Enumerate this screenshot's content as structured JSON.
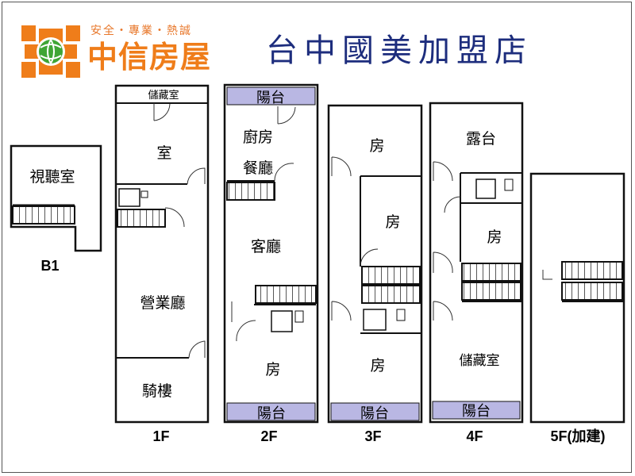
{
  "header": {
    "slogan": "安全・專業・熱誠",
    "brand": "中信房屋",
    "store_name": "台中國美加盟店",
    "logo_colors": [
      "#ef7d1a",
      "#3fa535"
    ]
  },
  "floors": [
    {
      "label": "B1",
      "rooms": [
        "視聽室"
      ]
    },
    {
      "label": "1F",
      "rooms": [
        "儲藏室",
        "室",
        "營業廳",
        "騎樓"
      ]
    },
    {
      "label": "2F",
      "rooms": [
        "陽台",
        "廚房",
        "餐廳",
        "客廳",
        "房",
        "陽台"
      ]
    },
    {
      "label": "3F",
      "rooms": [
        "房",
        "房",
        "房",
        "陽台"
      ]
    },
    {
      "label": "4F",
      "rooms": [
        "露台",
        "房",
        "儲藏室",
        "陽台"
      ]
    },
    {
      "label": "5F(加建)",
      "rooms": []
    }
  ],
  "colors": {
    "wall": "#111111",
    "balcony_fill": "#b9b7e3",
    "frame": "#555555"
  }
}
